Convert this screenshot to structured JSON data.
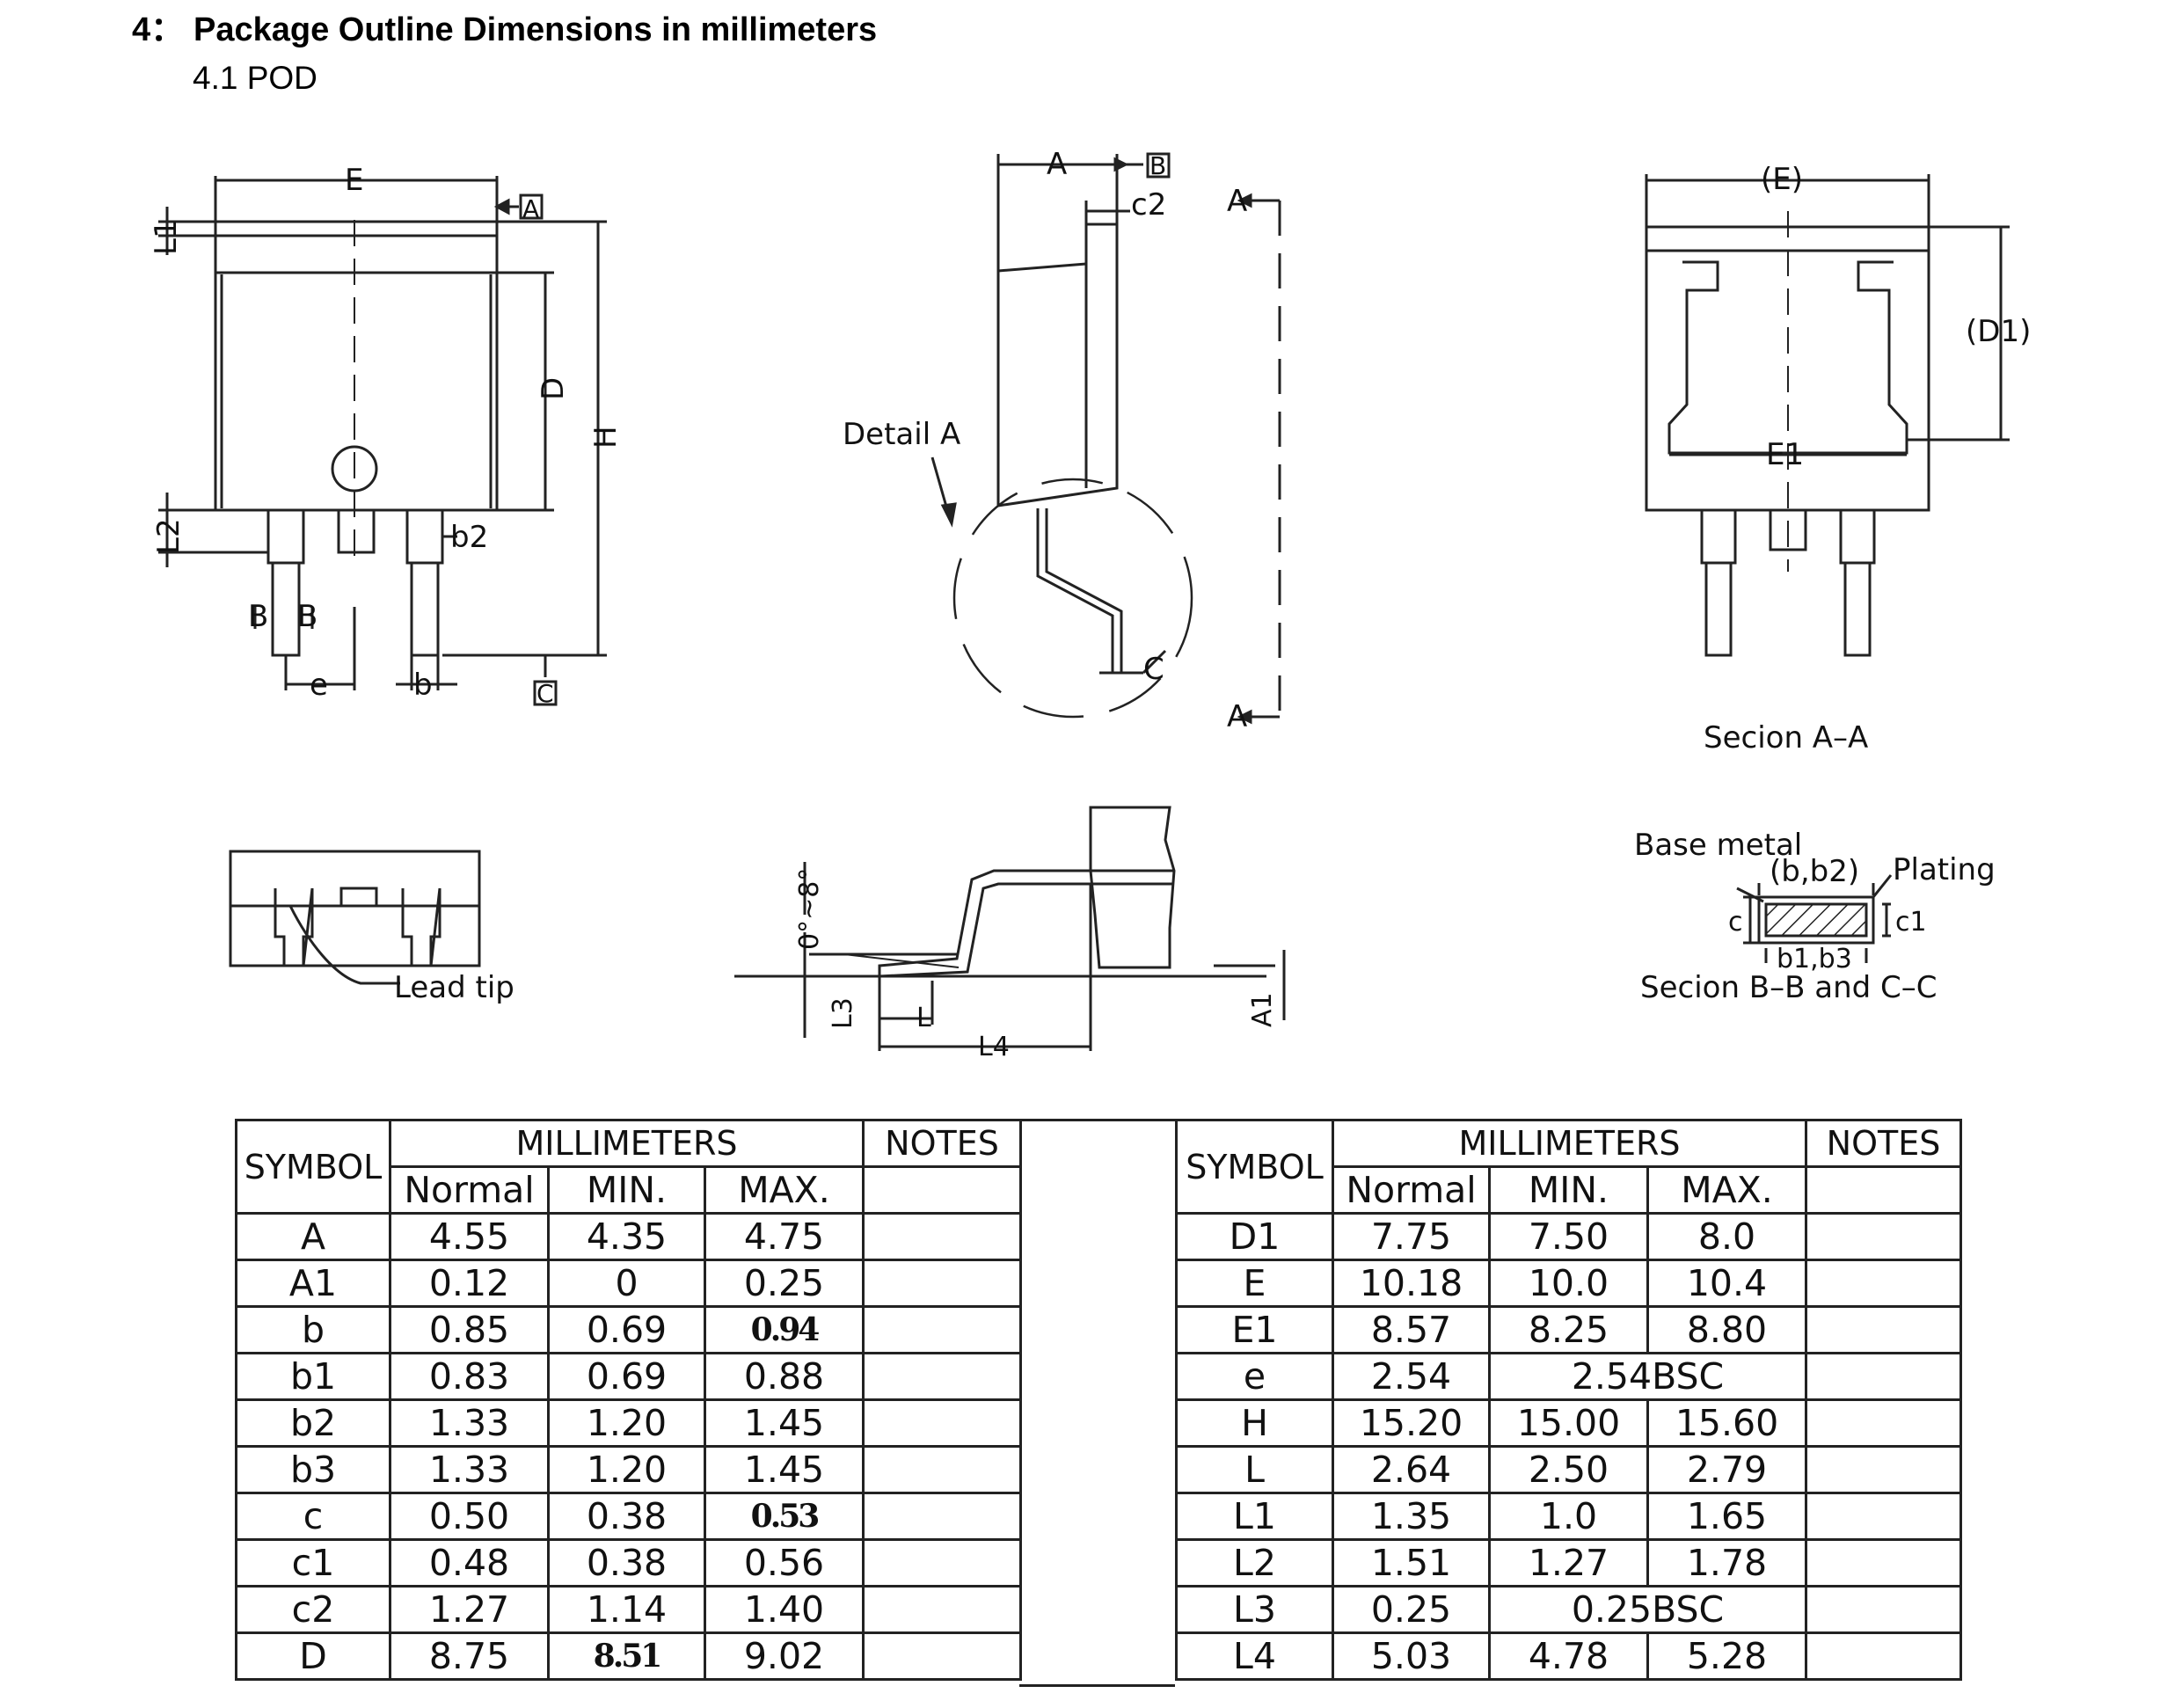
{
  "section": {
    "number": "4：",
    "title": "Package Outline Dimensions in millimeters",
    "subtitle": "4.1 POD"
  },
  "drawing": {
    "labels": {
      "E": "E",
      "A_ref": "A",
      "L1": "L1",
      "D": "D",
      "H": "H",
      "L2": "L2",
      "b2": "b2",
      "B": "B",
      "e": "e",
      "b": "b",
      "C_ref": "C",
      "A": "A",
      "B_ref": "B",
      "c2": "c2",
      "detail_a": "Detail  A",
      "C_cut": "C",
      "section_mark_top": "A",
      "section_mark_bottom": "A",
      "E_paren": "(E)",
      "D1_paren": "(D1)",
      "E1": "E1",
      "section_aa": "Secion  A–A",
      "lead_tip": "Lead  tip",
      "angle": "0°~8°",
      "L3": "L3",
      "L": "L",
      "L4": "L4",
      "A1": "A1",
      "base_metal": "Base  metal",
      "b_b2": "(b,b2)",
      "plating": "Plating",
      "c": "c",
      "c1": "c1",
      "b1_b3": "b1,b3",
      "section_bb_cc": "Secion  B–B  and  C–C"
    }
  },
  "tables": {
    "headers": {
      "symbol": "SYMBOL",
      "millimeters": "MILLIMETERS",
      "notes": "NOTES",
      "normal": "Normal",
      "min": "MIN.",
      "max": "MAX."
    },
    "left": [
      {
        "symbol": "A",
        "normal": "4.55",
        "min": "4.35",
        "max": "4.75"
      },
      {
        "symbol": "A1",
        "normal": "0.12",
        "min": "0",
        "max": "0.25"
      },
      {
        "symbol": "b",
        "normal": "0.85",
        "min": "0.69",
        "max": "0.94"
      },
      {
        "symbol": "b1",
        "normal": "0.83",
        "min": "0.69",
        "max": "0.88"
      },
      {
        "symbol": "b2",
        "normal": "1.33",
        "min": "1.20",
        "max": "1.45"
      },
      {
        "symbol": "b3",
        "normal": "1.33",
        "min": "1.20",
        "max": "1.45"
      },
      {
        "symbol": "c",
        "normal": "0.50",
        "min": "0.38",
        "max": "0.53"
      },
      {
        "symbol": "c1",
        "normal": "0.48",
        "min": "0.38",
        "max": "0.56"
      },
      {
        "symbol": "c2",
        "normal": "1.27",
        "min": "1.14",
        "max": "1.40"
      },
      {
        "symbol": "D",
        "normal": "8.75",
        "min": "8.51",
        "max": "9.02"
      }
    ],
    "right": [
      {
        "symbol": "D1",
        "normal": "7.75",
        "min": "7.50",
        "max": "8.0"
      },
      {
        "symbol": "E",
        "normal": "10.18",
        "min": "10.0",
        "max": "10.4"
      },
      {
        "symbol": "E1",
        "normal": "8.57",
        "min": "8.25",
        "max": "8.80"
      },
      {
        "symbol": "e",
        "normal": "2.54",
        "bsc": "2.54BSC"
      },
      {
        "symbol": "H",
        "normal": "15.20",
        "min": "15.00",
        "max": "15.60"
      },
      {
        "symbol": "L",
        "normal": "2.64",
        "min": "2.50",
        "max": "2.79"
      },
      {
        "symbol": "L1",
        "normal": "1.35",
        "min": "1.0",
        "max": "1.65"
      },
      {
        "symbol": "L2",
        "normal": "1.51",
        "min": "1.27",
        "max": "1.78"
      },
      {
        "symbol": "L3",
        "normal": "0.25",
        "bsc": "0.25BSC"
      },
      {
        "symbol": "L4",
        "normal": "5.03",
        "min": "4.78",
        "max": "5.28"
      }
    ]
  }
}
